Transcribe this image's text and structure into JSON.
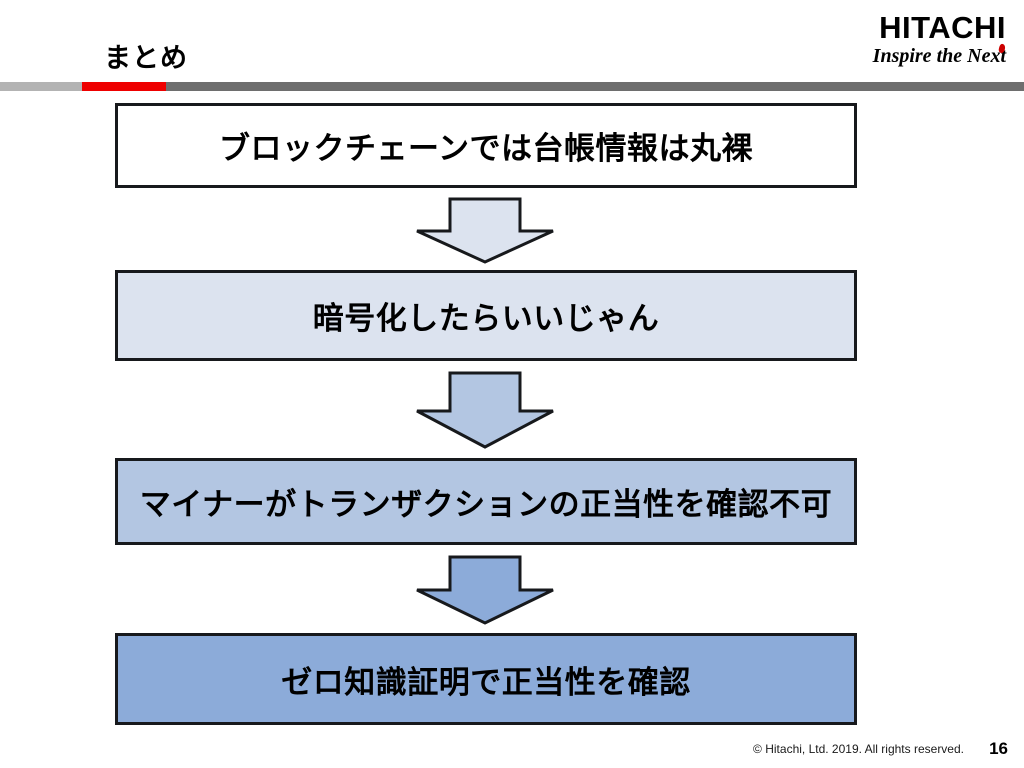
{
  "slide": {
    "title": "まとめ",
    "page_number": "16"
  },
  "brand": {
    "wordmark": "HITACHI",
    "tagline": "Inspire the Next",
    "accent_color": "#cc0000"
  },
  "divider": {
    "segments": [
      {
        "name": "light-gray",
        "color": "#b3b3b3"
      },
      {
        "name": "red",
        "color": "#ee0000"
      },
      {
        "name": "dark-gray",
        "color": "#6e6e6e"
      }
    ]
  },
  "flow": {
    "steps": [
      {
        "label": "ブロックチェーンでは台帳情報は丸裸",
        "fill": "#ffffff",
        "border": "#17191c"
      },
      {
        "label": "暗号化したらいいじゃん",
        "fill": "#dce3ef",
        "border": "#17191c"
      },
      {
        "label": "マイナーがトランザクションの正当性を確認不可",
        "fill": "#b3c6e2",
        "border": "#17191c"
      },
      {
        "label": "ゼロ知識証明で正当性を確認",
        "fill": "#8cabd9",
        "border": "#17191c"
      }
    ],
    "arrows": [
      {
        "name": "down-arrow-1",
        "fill": "#dce3ef",
        "stroke": "#17191c"
      },
      {
        "name": "down-arrow-2",
        "fill": "#b3c6e2",
        "stroke": "#17191c"
      },
      {
        "name": "down-arrow-3",
        "fill": "#8cabd9",
        "stroke": "#17191c"
      }
    ]
  },
  "footer": {
    "copyright": "© Hitachi, Ltd. 2019. All rights reserved."
  }
}
